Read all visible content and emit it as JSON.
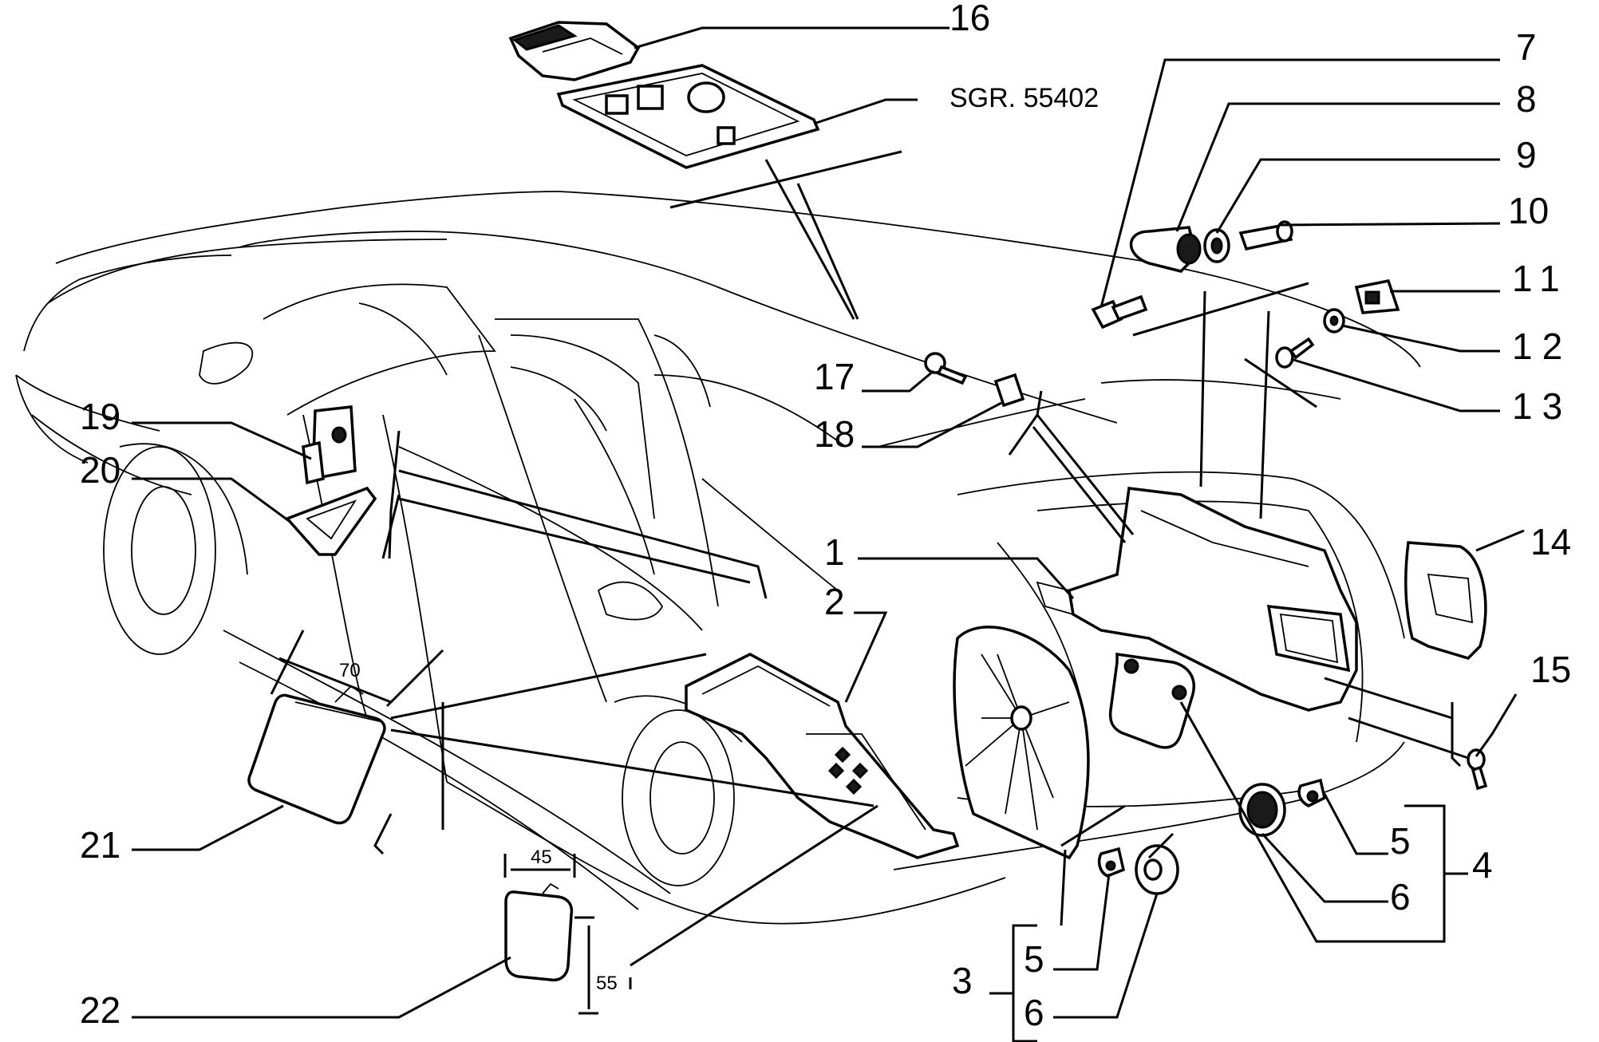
{
  "diagram": {
    "part_labels": [
      "1",
      "2",
      "3",
      "4",
      "5",
      "6",
      "7",
      "8",
      "9",
      "10",
      "11",
      "12",
      "13",
      "14",
      "15",
      "16",
      "17",
      "18",
      "19",
      "20",
      "21",
      "22"
    ],
    "duplicate_labels": {
      "5b": "5",
      "6b": "6"
    },
    "reference": "SGR. 55402",
    "dimensions": {
      "d70": "70",
      "d45": "45",
      "d55": "55"
    }
  }
}
